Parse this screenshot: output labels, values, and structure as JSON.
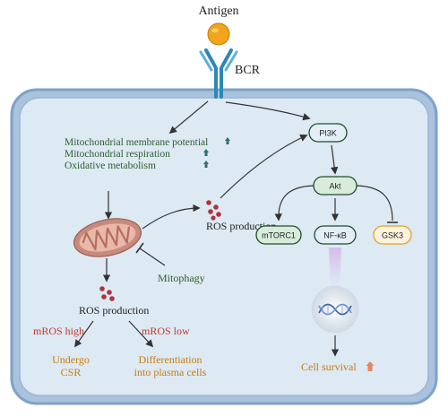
{
  "colors": {
    "cell_fill": "#dce8f2",
    "membrane_outer": "#7fa2c8",
    "membrane_inner": "#a9c2dd",
    "text_green": "#2f5e2f",
    "text_dark": "#222222",
    "text_red": "#c0392b",
    "text_orange": "#c87d0e",
    "arrow_up_teal": "#2e6f6f",
    "arrow_up_orange": "#e8845c",
    "node_border": "#1f4d2b",
    "node_fill_green": "#e6f2e8",
    "node_fill_blue": "#e3eef7",
    "node_fill_orange": "#fff3dd",
    "node_border_orange": "#e0a030",
    "ros_dots": "#b0323a",
    "antigen": "#f0a51b",
    "bcr": "#2c88b8",
    "mito_outer": "#c88a7c",
    "mito_inner": "#e9b8a8"
  },
  "labels": {
    "antigen": "Antigen",
    "bcr": "BCR",
    "mito_effects": [
      "Mitochondrial membrane potential",
      "Mitochondrial respiration",
      "Oxidative metabolism"
    ],
    "ros_production_top": "ROS production",
    "ros_production_bottom": "ROS production",
    "mitophagy": "Mitophagy",
    "mros_high": "mROS high",
    "mros_low": "mROS low",
    "undergo_csr": [
      "Undergo",
      "CSR"
    ],
    "differentiation": [
      "Differentiation",
      "into plasma cells"
    ],
    "cell_survival": "Cell survival"
  },
  "nodes": {
    "pi3k": "PI3K",
    "akt": "Akt",
    "mtorc1": "mTORC1",
    "nfkb": "NF-κB",
    "gsk3": "GSK3"
  },
  "icons": [
    "up-arrow-icon",
    "antigen-sphere-icon",
    "bcr-receptor-icon",
    "mitochondrion-icon",
    "ros-dots-icon",
    "dna-nucleus-icon",
    "inhibition-tee-icon"
  ]
}
